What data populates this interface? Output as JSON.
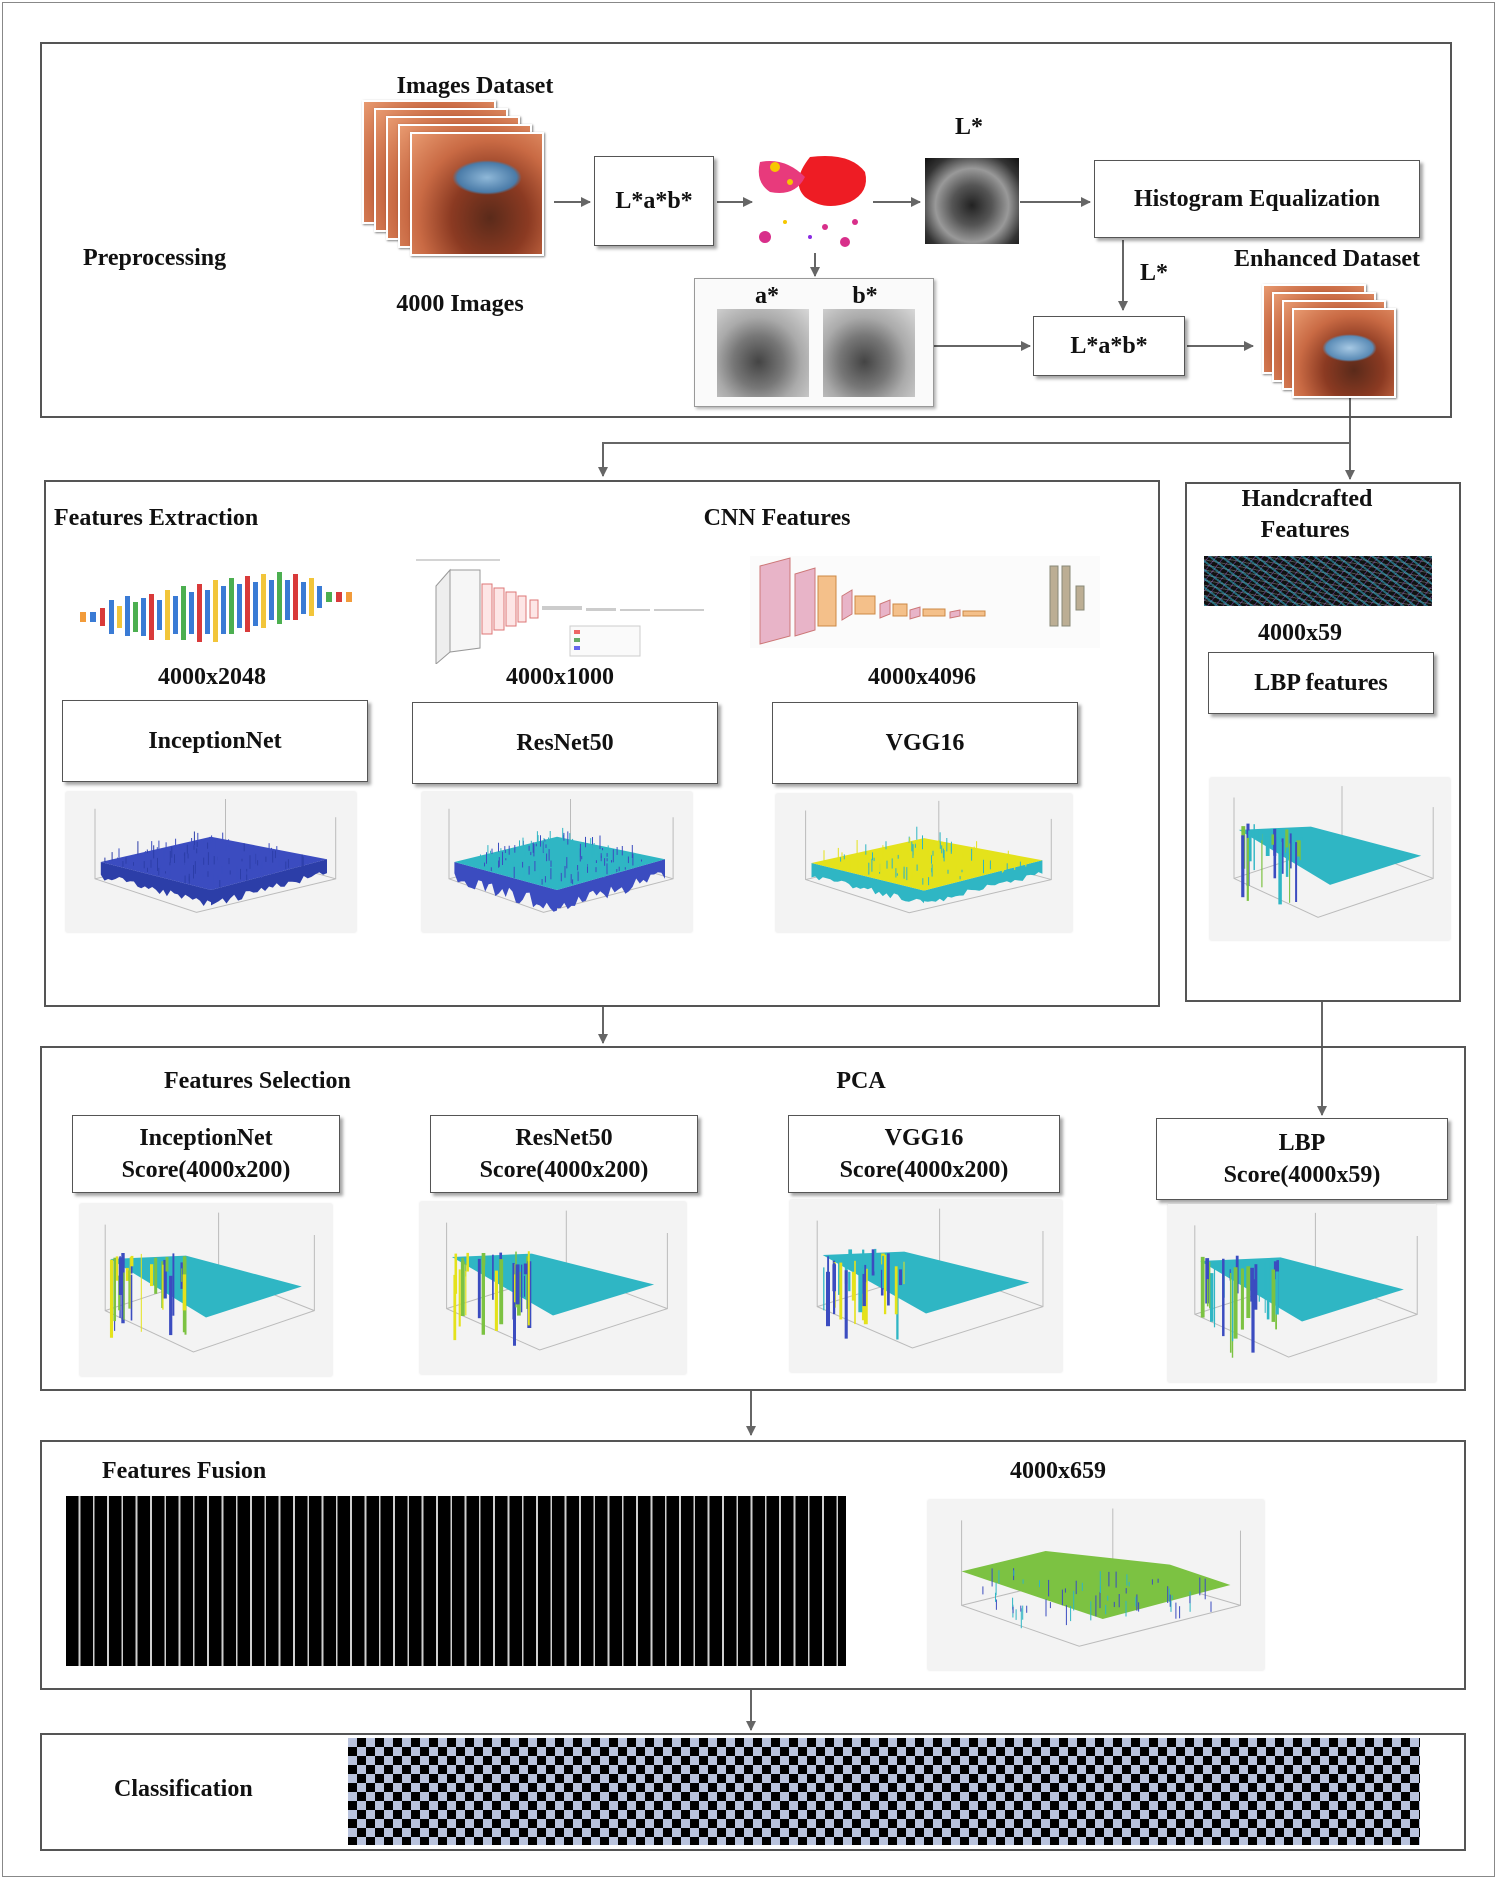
{
  "preprocessing": {
    "section_label": "Preprocessing",
    "images_dataset_label": "Images Dataset",
    "images_count_label": "4000 Images",
    "lab_box_label": "L*a*b*",
    "l_channel_label": "L*",
    "histogram_box_label": "Histogram Equalization",
    "l_star_arrow_label": "L*",
    "enhanced_dataset_label": "Enhanced Dataset",
    "a_channel_label": "a*",
    "b_channel_label": "b*",
    "lab_merge_box_label": "L*a*b*"
  },
  "features_extraction": {
    "section_label": "Features Extraction",
    "cnn_label": "CNN Features",
    "models": [
      {
        "name": "InceptionNet",
        "dims": "4000x2048"
      },
      {
        "name": "ResNet50",
        "dims": "4000x1000"
      },
      {
        "name": "VGG16",
        "dims": "4000x4096"
      }
    ]
  },
  "handcrafted": {
    "title_line1": "Handcrafted",
    "title_line2": "Features",
    "dims": "4000x59",
    "box_label": "LBP features"
  },
  "features_selection": {
    "section_label": "Features Selection",
    "method_label": "PCA",
    "scores": [
      {
        "line1": "InceptionNet",
        "line2": "Score(4000x200)"
      },
      {
        "line1": "ResNet50",
        "line2": "Score(4000x200)"
      },
      {
        "line1": "VGG16",
        "line2": "Score(4000x200)"
      },
      {
        "line1": "LBP",
        "line2": "Score(4000x59)"
      }
    ]
  },
  "fusion": {
    "section_label": "Features Fusion",
    "dims": "4000x659"
  },
  "classification": {
    "section_label": "Classification"
  },
  "colors": {
    "frame": "#555555",
    "arrow": "#666666",
    "surface_blue": "#3b4cc0",
    "surface_teal": "#2fb6c4",
    "surface_green": "#7cc242",
    "surface_yellow": "#e4e21b"
  }
}
